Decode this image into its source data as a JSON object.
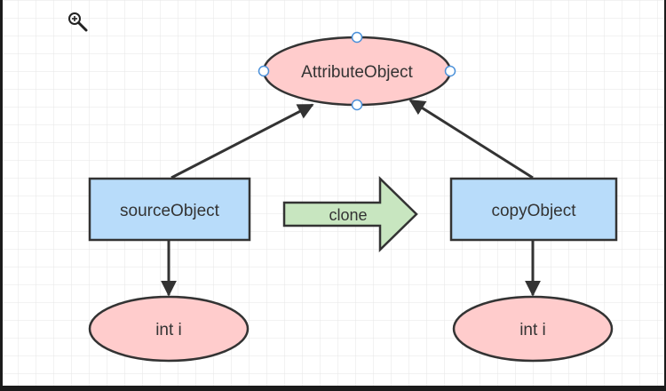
{
  "colors": {
    "canvas_bg": "#ffffff",
    "grid_line": "#e6e6e6",
    "frame_dark": "#1b1b1b",
    "stroke": "#333333",
    "ellipse_fill": "#ffcccc",
    "rect_fill": "#b8dcfa",
    "clone_arrow_fill": "#c8e6c0",
    "selection_handle": "#4a90d9"
  },
  "toolbar": {
    "zoom_icon": "zoom-in-icon"
  },
  "diagram": {
    "nodes": {
      "attribute_object": {
        "label": "AttributeObject",
        "shape": "ellipse",
        "selected": true
      },
      "source_object": {
        "label": "sourceObject",
        "shape": "rectangle"
      },
      "copy_object": {
        "label": "copyObject",
        "shape": "rectangle"
      },
      "source_int": {
        "label": "int i",
        "shape": "ellipse"
      },
      "copy_int": {
        "label": "int i",
        "shape": "ellipse"
      }
    },
    "clone_arrow": {
      "label": "clone"
    },
    "edges": [
      {
        "from": "source_object",
        "to": "attribute_object"
      },
      {
        "from": "copy_object",
        "to": "attribute_object"
      },
      {
        "from": "source_object",
        "to": "source_int"
      },
      {
        "from": "copy_object",
        "to": "copy_int"
      }
    ]
  }
}
